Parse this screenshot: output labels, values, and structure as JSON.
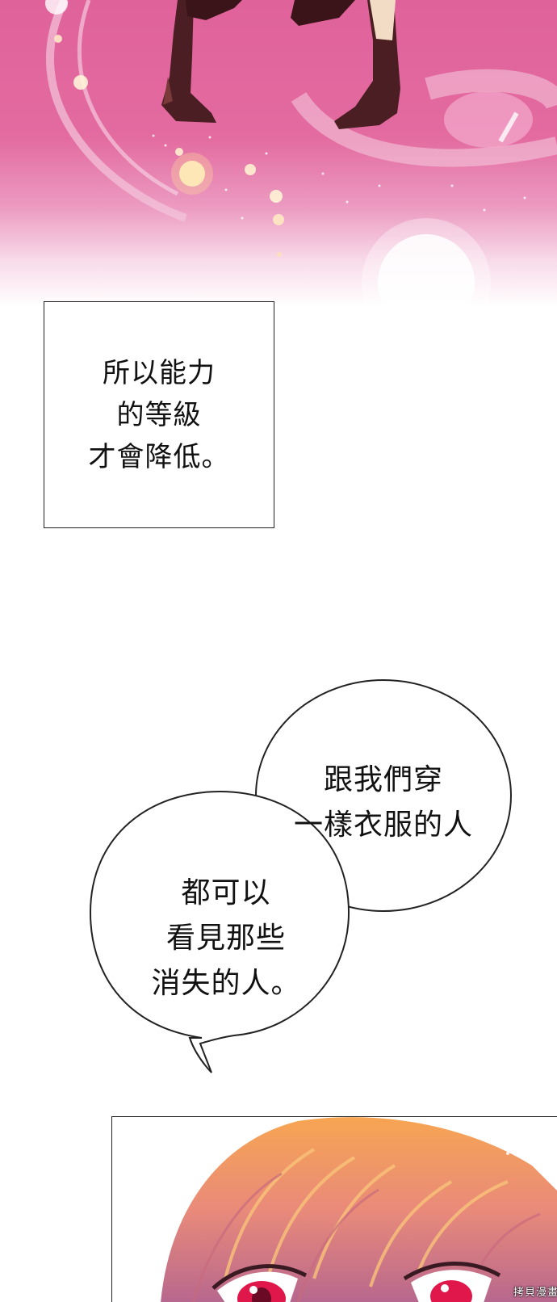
{
  "narration": {
    "lines": [
      "所以能力",
      "的等級",
      "才會降低。"
    ]
  },
  "bubble_a": {
    "lines": [
      "跟我們穿",
      "一樣衣服的人"
    ]
  },
  "bubble_b": {
    "lines": [
      "都可以",
      "看見那些",
      "消失的人。"
    ]
  },
  "watermark": "拷貝漫畫",
  "colors": {
    "magenta_bg": "#e0629b",
    "hair_orange": "#f7a552",
    "eye_red": "#e0174a"
  }
}
